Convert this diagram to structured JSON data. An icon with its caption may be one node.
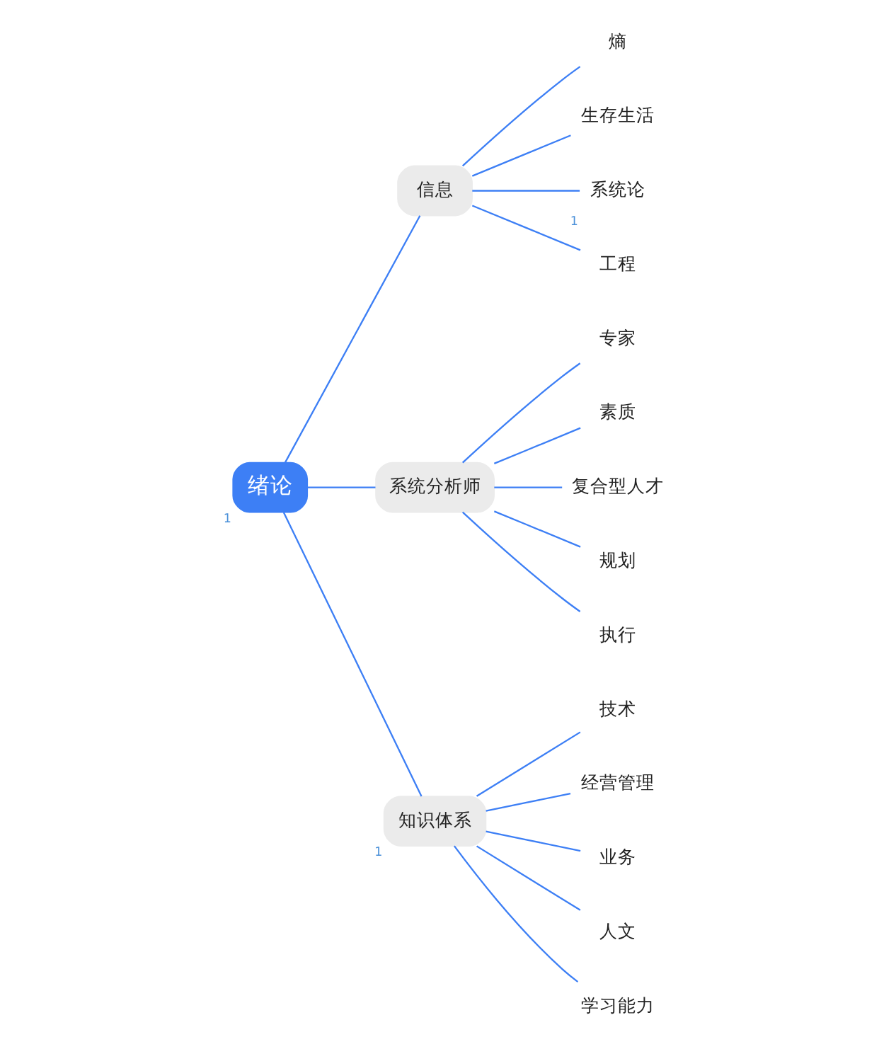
{
  "diagram": {
    "nodes": [
      {
        "text": [
          "绪论"
        ],
        "beside": [
          "1"
        ]
      },
      {
        "text": [
          "信息"
        ]
      },
      {
        "text": [
          "熵"
        ]
      },
      {
        "text": [
          "生存生活"
        ]
      },
      {
        "text": [
          "系统论"
        ],
        "beside": [
          "1"
        ]
      },
      {
        "text": [
          "工程"
        ]
      },
      {
        "text": [
          "系统分析师"
        ]
      },
      {
        "text": [
          "专家"
        ]
      },
      {
        "text": [
          "素质"
        ]
      },
      {
        "text": [
          "复合型人才"
        ]
      },
      {
        "text": [
          "规划"
        ]
      },
      {
        "text": [
          "执行"
        ]
      },
      {
        "text": [
          "知识体系"
        ],
        "beside": [
          "1"
        ]
      },
      {
        "text": [
          "技术"
        ]
      },
      {
        "text": [
          "经营管理"
        ]
      },
      {
        "text": [
          "业务"
        ]
      },
      {
        "text": [
          "人文"
        ]
      },
      {
        "text": [
          "学习能力"
        ]
      }
    ],
    "edges": [
      {
        "from": 0,
        "to": 1,
        "arrow": "none"
      },
      {
        "from": 1,
        "to": 2,
        "arrow": "none"
      },
      {
        "from": 1,
        "to": 3,
        "arrow": "none"
      },
      {
        "from": 1,
        "to": 4,
        "arrow": "none"
      },
      {
        "from": 1,
        "to": 5,
        "arrow": "none"
      },
      {
        "from": 0,
        "to": 6,
        "arrow": "none"
      },
      {
        "from": 6,
        "to": 7,
        "arrow": "none"
      },
      {
        "from": 6,
        "to": 8,
        "arrow": "none"
      },
      {
        "from": 6,
        "to": 9,
        "arrow": "none"
      },
      {
        "from": 6,
        "to": 10,
        "arrow": "none"
      },
      {
        "from": 6,
        "to": 11,
        "arrow": "none"
      },
      {
        "from": 0,
        "to": 12,
        "arrow": "none"
      },
      {
        "from": 12,
        "to": 13,
        "arrow": "none"
      },
      {
        "from": 12,
        "to": 14,
        "arrow": "none"
      },
      {
        "from": 12,
        "to": 15,
        "arrow": "none"
      },
      {
        "from": 12,
        "to": 16,
        "arrow": "none"
      },
      {
        "from": 12,
        "to": 17,
        "arrow": "none"
      }
    ]
  }
}
